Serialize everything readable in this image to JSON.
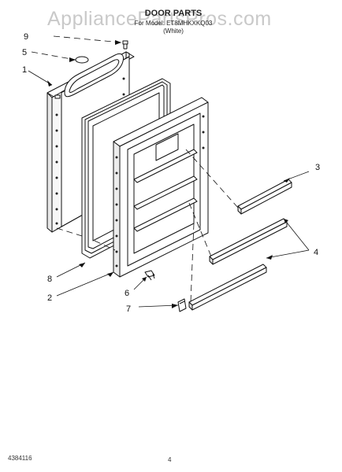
{
  "watermark": "AppliancePartsPros.com",
  "header": {
    "title": "DOOR PARTS",
    "subtitle": "For Model: ET8MHKXKQ03",
    "subtitle2": "(White)"
  },
  "callouts": [
    {
      "id": "9",
      "label": "9"
    },
    {
      "id": "5",
      "label": "5"
    },
    {
      "id": "1",
      "label": "1"
    },
    {
      "id": "3",
      "label": "3"
    },
    {
      "id": "4",
      "label": "4"
    },
    {
      "id": "8",
      "label": "8"
    },
    {
      "id": "2",
      "label": "2"
    },
    {
      "id": "6",
      "label": "6"
    },
    {
      "id": "7",
      "label": "7"
    }
  ],
  "footer": {
    "doc_number": "4384116",
    "page_number": "4"
  }
}
